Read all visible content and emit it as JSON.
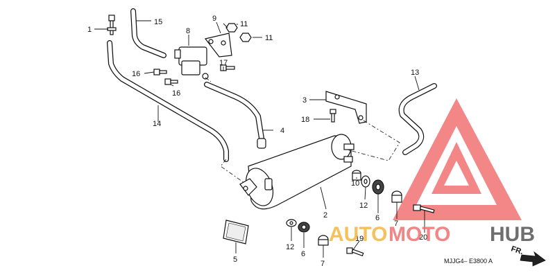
{
  "diagram": {
    "callouts": [
      {
        "id": "c1",
        "label": "1"
      },
      {
        "id": "c15",
        "label": "15"
      },
      {
        "id": "c9",
        "label": "9"
      },
      {
        "id": "c11a",
        "label": "11"
      },
      {
        "id": "c11b",
        "label": "11"
      },
      {
        "id": "c8",
        "label": "8"
      },
      {
        "id": "c16a",
        "label": "16"
      },
      {
        "id": "c16b",
        "label": "16"
      },
      {
        "id": "c17",
        "label": "17"
      },
      {
        "id": "c13",
        "label": "13"
      },
      {
        "id": "c3",
        "label": "3"
      },
      {
        "id": "c18",
        "label": "18"
      },
      {
        "id": "c14",
        "label": "14"
      },
      {
        "id": "c4",
        "label": "4"
      },
      {
        "id": "c10",
        "label": "10"
      },
      {
        "id": "c12a",
        "label": "12"
      },
      {
        "id": "c6a",
        "label": "6"
      },
      {
        "id": "c7a",
        "label": "7"
      },
      {
        "id": "c2",
        "label": "2"
      },
      {
        "id": "c12b",
        "label": "12"
      },
      {
        "id": "c6b",
        "label": "6"
      },
      {
        "id": "c7b",
        "label": "7"
      },
      {
        "id": "c19",
        "label": "19"
      },
      {
        "id": "c20",
        "label": "20"
      },
      {
        "id": "c5",
        "label": "5"
      }
    ],
    "code": "MJJG4– E3800 A",
    "front_marker": "FR."
  },
  "watermark": {
    "text_a": "AUTO",
    "text_b": "MOTO",
    "text_c": "HUB",
    "color_a": "#f5b642",
    "color_b": "#f07070",
    "color_c": "#555555",
    "logo_color": "#f06060"
  }
}
